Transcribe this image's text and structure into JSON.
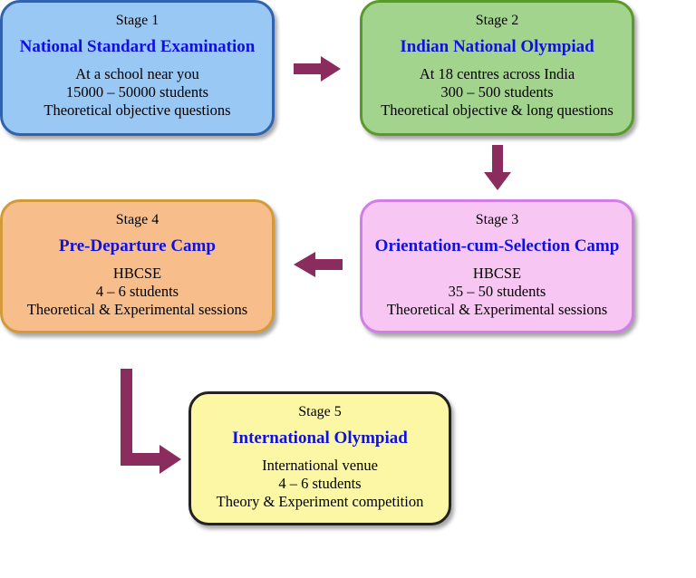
{
  "colors": {
    "title_text": "#1010e0",
    "arrow": "#8b2c5e"
  },
  "stages": [
    {
      "label": "Stage 1",
      "title": "National Standard Examination",
      "lines": [
        "At a school near you",
        "15000 – 50000 students",
        "Theoretical objective questions"
      ],
      "fill": "#99c8f5",
      "border": "#2f63b0"
    },
    {
      "label": "Stage 2",
      "title": "Indian National Olympiad",
      "lines": [
        "At 18 centres across India",
        "300 – 500 students",
        "Theoretical objective & long questions"
      ],
      "fill": "#a3d48e",
      "border": "#5a9a2a"
    },
    {
      "label": "Stage 3",
      "title": "Orientation-cum-Selection Camp",
      "lines": [
        "HBCSE",
        "35 – 50 students",
        "Theoretical & Experimental sessions"
      ],
      "fill": "#f8c6f3",
      "border": "#d27ee8"
    },
    {
      "label": "Stage 4",
      "title": "Pre-Departure Camp",
      "lines": [
        "HBCSE",
        "4 – 6 students",
        "Theoretical & Experimental sessions"
      ],
      "fill": "#f7be8c",
      "border": "#d39a3a"
    },
    {
      "label": "Stage 5",
      "title": "International Olympiad",
      "lines": [
        "International venue",
        "4 – 6 students",
        "Theory & Experiment competition"
      ],
      "fill": "#fbf7a4",
      "border": "#222222"
    }
  ]
}
